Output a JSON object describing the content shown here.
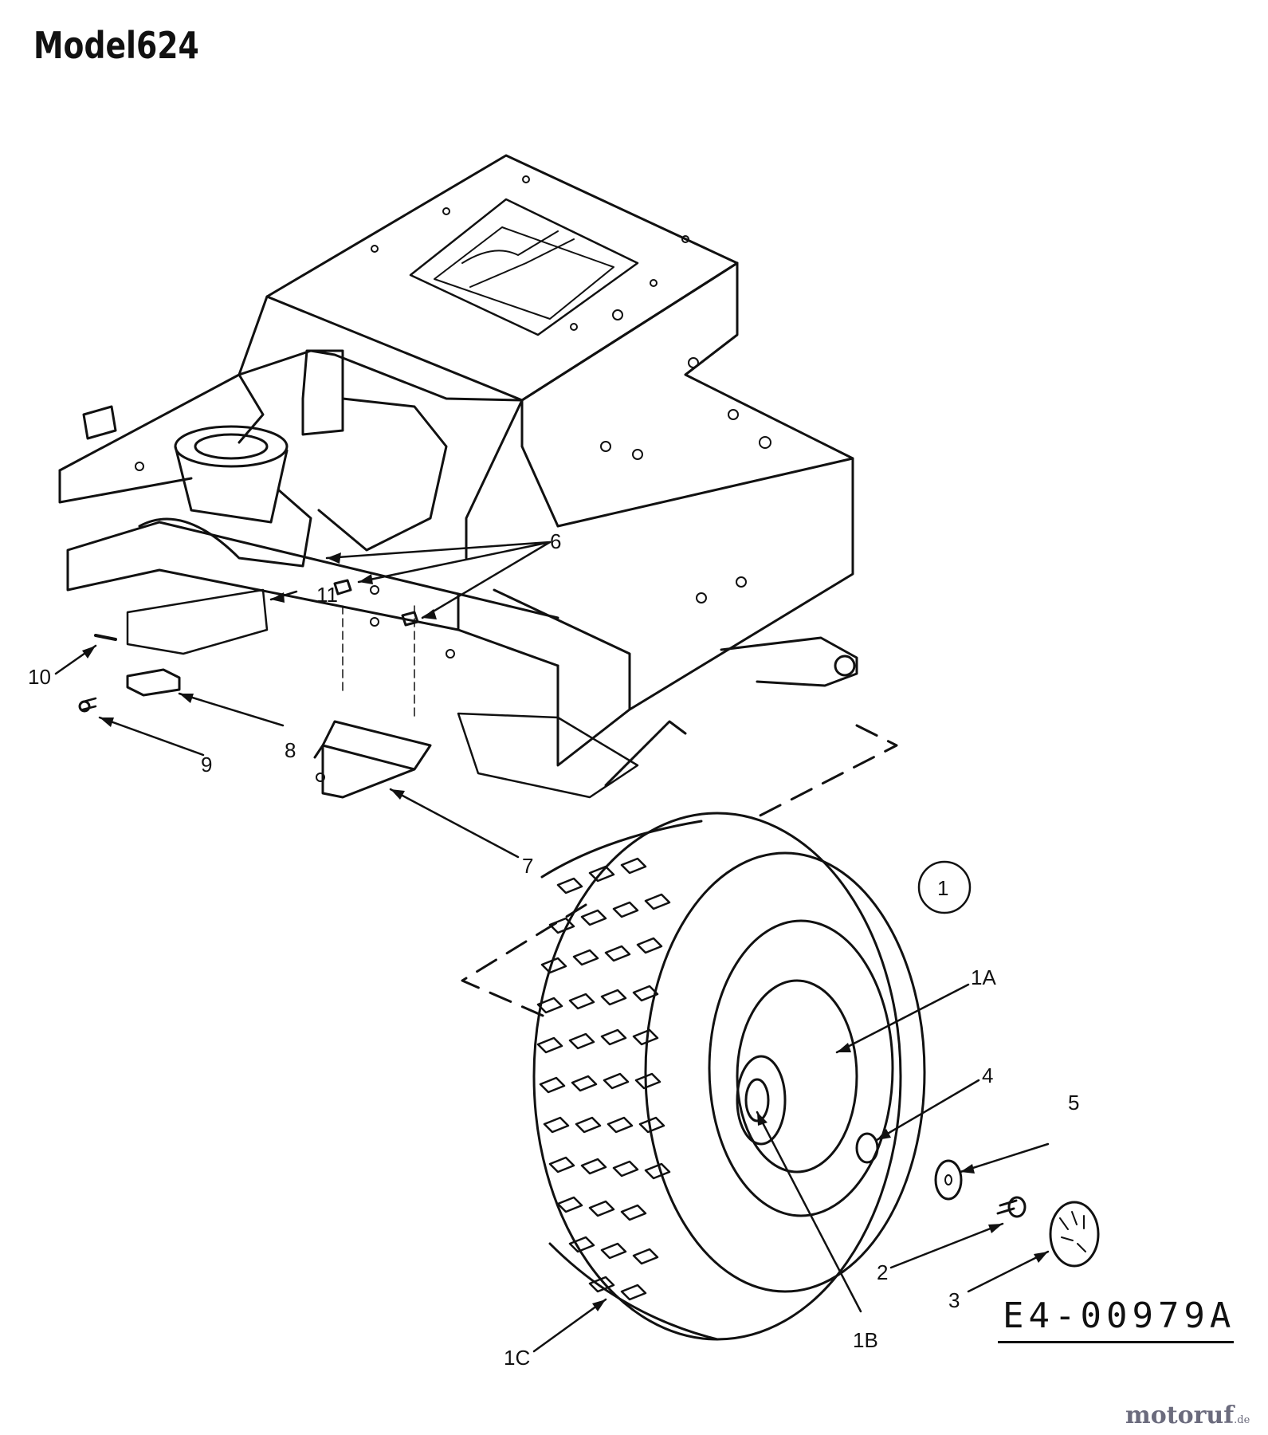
{
  "title": "Model624",
  "drawing_code": "E4-00979A",
  "watermark": {
    "name": "motoruf",
    "suffix": ".de"
  },
  "callout_circle": "1",
  "callouts": [
    "6",
    "11",
    "10",
    "8",
    "9",
    "7",
    "1A",
    "4",
    "5",
    "2",
    "3",
    "1B",
    "1C"
  ],
  "colors": {
    "ink": "#111111",
    "paper": "#ffffff",
    "watermark": "#6b6b7d"
  }
}
